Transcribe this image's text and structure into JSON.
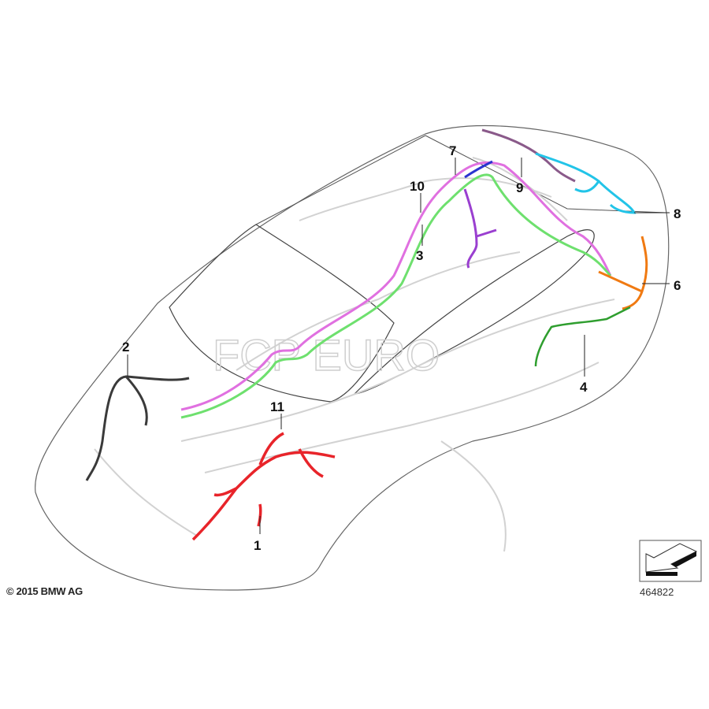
{
  "diagram": {
    "callouts": [
      "1",
      "2",
      "3",
      "4",
      "6",
      "7",
      "8",
      "9",
      "10",
      "11"
    ],
    "copyright": "© 2015 BMW AG",
    "diagram_number": "464822",
    "watermark": "FCP EURO",
    "colors": {
      "harness_1": "#e8242a",
      "harness_2": "#3a3a3a",
      "harness_3": "#9a3fd0",
      "harness_4": "#2f9e2f",
      "harness_6": "#f07a12",
      "harness_7": "#2a34d0",
      "harness_8": "#22c4e8",
      "harness_9": "#8a5a8a",
      "harness_10": "#e070e0",
      "harness_green_main": "#6ee06e"
    },
    "icons": [
      "view-direction-arrow-icon"
    ]
  }
}
